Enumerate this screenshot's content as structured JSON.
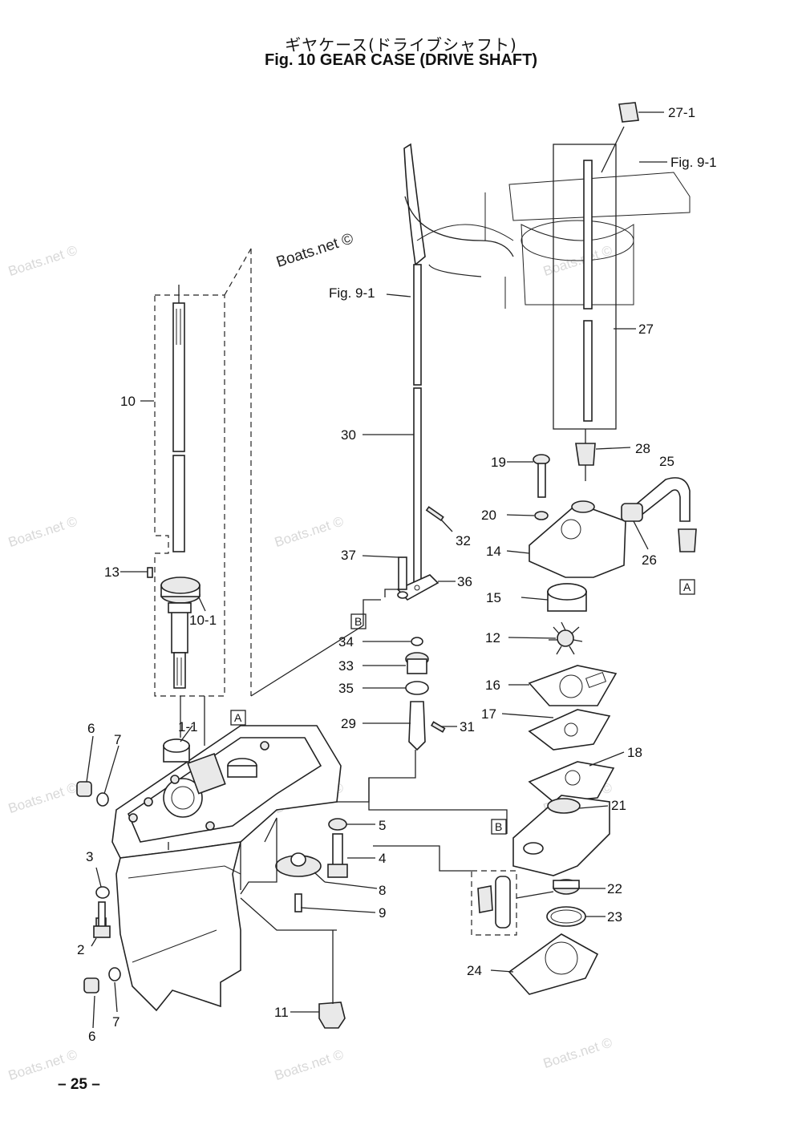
{
  "title_jp": "ギヤケース(ドライブシャフト)",
  "title_en": "Fig. 10    GEAR CASE (DRIVE SHAFT)",
  "page_number": "– 25 –",
  "watermark": "Boats.net ©",
  "labels": {
    "p27_1": "27-1",
    "fig9_1a": "Fig. 9-1",
    "fig9_1b": "Fig. 9-1",
    "p27": "27",
    "p10": "10",
    "p30": "30",
    "p28": "28",
    "p19": "19",
    "p25": "25",
    "p20": "20",
    "p32": "32",
    "p14": "14",
    "p37": "37",
    "p13": "13",
    "p10_1": "10-1",
    "p36": "36",
    "p26": "26",
    "boxA1": "A",
    "p15": "15",
    "boxB1": "B",
    "p34": "34",
    "p12": "12",
    "p33": "33",
    "p16": "16",
    "p35": "35",
    "p17": "17",
    "p29": "29",
    "p31": "31",
    "p1_1": "1-1",
    "boxA2": "A",
    "p6a": "6",
    "p7a": "7",
    "p18": "18",
    "p21": "21",
    "p5": "5",
    "boxB2": "B",
    "p4": "4",
    "p3": "3",
    "p8": "8",
    "p22": "22",
    "p9": "9",
    "p23": "23",
    "p2": "2",
    "p24": "24",
    "p11": "11",
    "p6b": "6",
    "p7b": "7"
  }
}
